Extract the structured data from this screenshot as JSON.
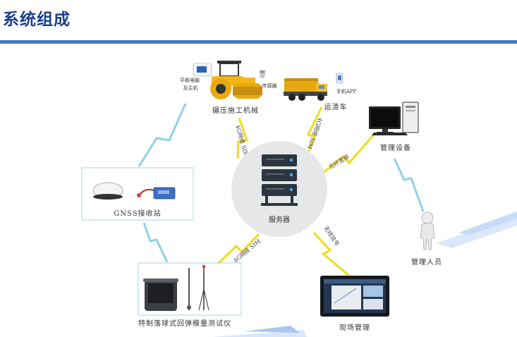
{
  "page": {
    "title": "系统组成"
  },
  "nodes": {
    "server": "服务器",
    "roller": "碾压施工机械",
    "roller_tablet": "平板电脑\n及主机",
    "roller_sensor": "传感器",
    "truck": "运渣车",
    "truck_app": "手机APP",
    "mgmt_device": "管理设备",
    "mgmt_person": "管理人员",
    "gnss": "GNSS接收站",
    "tester": "特制落球式回弹模量测试仪",
    "onsite": "现场管理"
  },
  "links": {
    "roller": "4G网络 SIM",
    "truck": "4G网络 SIM",
    "mgmt": "光纤宽带",
    "tester": "4G网络 SIM",
    "onsite": "无线信号"
  },
  "colors": {
    "title": "#1a3e8c",
    "rule": "#4a78c8",
    "yellow_bolt": "#f2dc1a",
    "blue_bolt": "#8fd0ea",
    "circle": "#e6e7e9",
    "server": "#2c3540"
  }
}
